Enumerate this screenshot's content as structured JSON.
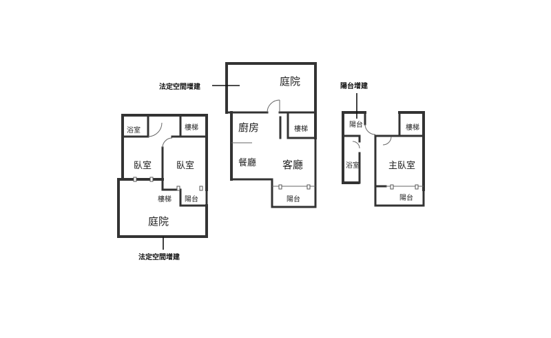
{
  "floor_middle": {
    "garden": "庭院",
    "kitchen": "廚房",
    "stairs": "樓梯",
    "dining": "餐廳",
    "living": "客廳",
    "balcony": "陽台"
  },
  "floor_left": {
    "bath": "浴室",
    "stairs_top": "樓梯",
    "bedroom_a": "臥室",
    "bedroom_b": "臥室",
    "stairs_bottom": "樓梯",
    "balcony": "陽台",
    "garden": "庭院"
  },
  "floor_right": {
    "balcony_top": "陽台",
    "stairs": "樓梯",
    "bath": "浴室",
    "master_bedroom": "主臥室",
    "balcony_bottom": "陽台"
  },
  "annotations": {
    "middle_addition": "法定空間增建",
    "left_addition": "法定空間增建",
    "right_addition": "陽台增建"
  }
}
